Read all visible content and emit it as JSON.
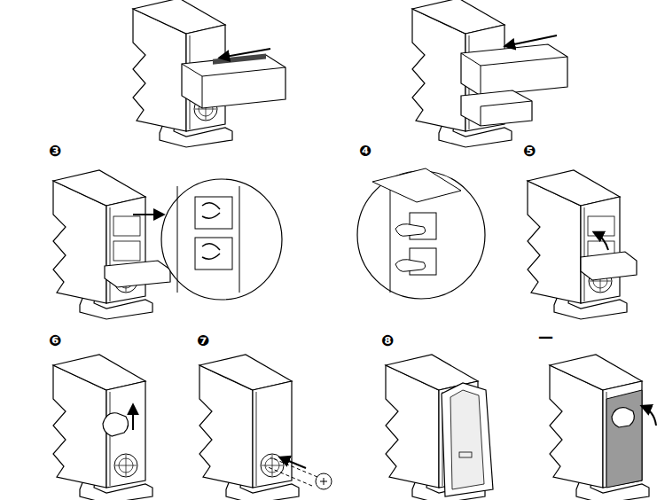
{
  "diagram": {
    "labels": [
      "❸",
      "❹",
      "❺",
      "❻",
      "❼",
      "❽",
      "—"
    ]
  }
}
